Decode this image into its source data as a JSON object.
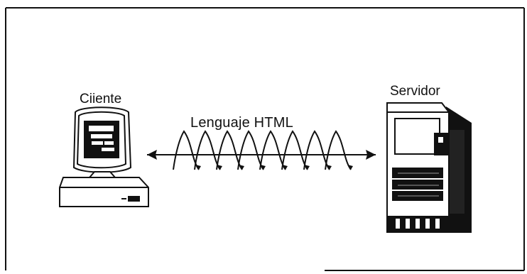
{
  "diagram": {
    "client_label": "Ciiente",
    "server_label": "Servidor",
    "protocol_label": "Lenguaje HTML"
  },
  "colors": {
    "stroke": "#111111",
    "background": "#ffffff",
    "dark_fill": "#111111"
  },
  "icons": {
    "client": "desktop-computer-icon",
    "server": "server-tower-icon",
    "connection": "bidirectional-wave-arrow-icon"
  }
}
